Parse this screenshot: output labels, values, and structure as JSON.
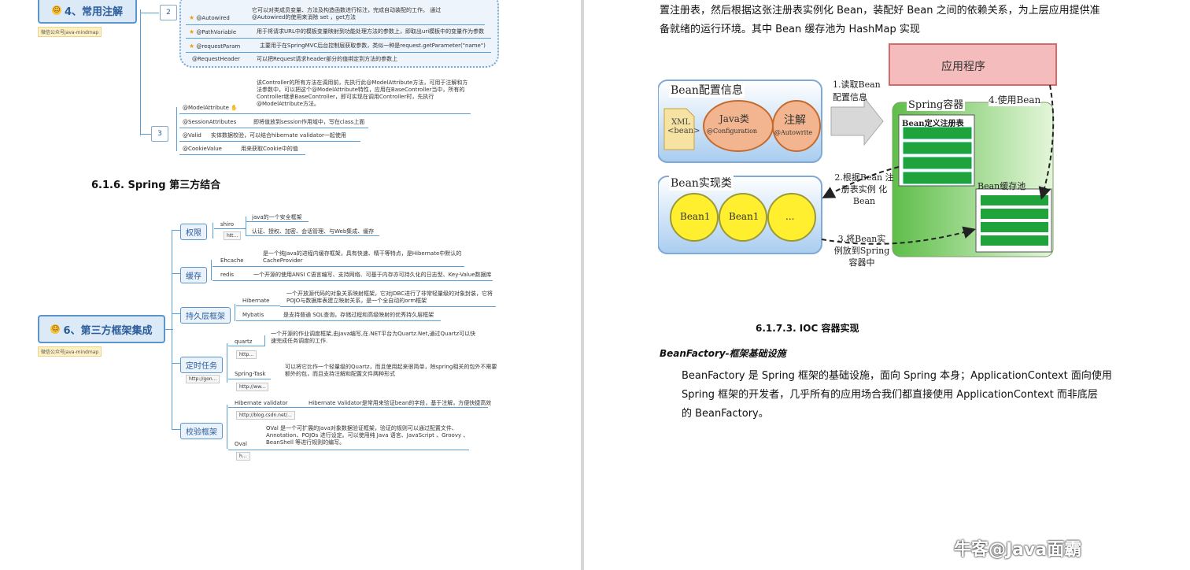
{
  "left": {
    "mm1": {
      "root_label": "4、常用注解",
      "root_tag": "微信公众号java-mindmap",
      "num2": "2",
      "num3": "3",
      "items2": [
        {
          "name": "@Autowired",
          "desc": "它可以对类成员变量、方法及构造函数进行标注，完成自动装配的工作。 通过 @Autowired的使用来消除 set ，get方法"
        },
        {
          "name": "@PathVariable",
          "desc": "用于将请求URL中的模板变量映射到功能处理方法的参数上，即取出uri模板中的变量作为参数"
        },
        {
          "name": "@requestParam",
          "desc": "主要用于在SpringMVC后台控制层获取参数，类似一种是request.getParameter(\"name\")"
        },
        {
          "name": "@RequestHeader",
          "desc": "可以把Request请求header部分的值绑定到方法的参数上"
        }
      ],
      "items3": [
        {
          "name": "@ModelAttribute",
          "desc": "该Controller的所有方法在调用前，先执行此@ModelAttribute方法，可用于注解和方法参数中，可以把这个@ModelAttribute特性，应用在BaseController当中，所有的Controller继承BaseController，即可实现在调用Controller时，先执行@ModelAttribute方法。"
        },
        {
          "name": "@SessionAttributes",
          "desc": "即将值放到session作用域中，写在class上面"
        },
        {
          "name": "@Valid",
          "desc": "实体数据校验，可以结合hibernate validator一起使用"
        },
        {
          "name": "@CookieValue",
          "desc": "用来获取Cookie中的值"
        }
      ]
    },
    "section_title": "6.1.6.  Spring 第三方结合",
    "mm2": {
      "root_label": "6、第三方框架集成",
      "root_tag": "微信公众号java-mindmap",
      "categories": {
        "auth": "权限",
        "cache": "缓存",
        "persist": "持久层框架",
        "timer": "定时任务",
        "validate": "校验框架"
      },
      "auth_items": {
        "shiro": "shiro",
        "shiro_d1": "java的一个安全框架",
        "shiro_d2": "认证、授权、加密、会话管理、与Web集成、缓存",
        "shiro_link": "htt..."
      },
      "cache_items": {
        "ehcache": "Ehcache",
        "ehcache_d": "是一个纯Java的进程内缓存框架，具有快速、精干等特点，是Hibernate中默认的CacheProvider",
        "redis": "redis",
        "redis_d": "一个开源的使用ANSI C语言编写、支持网络、可基于内存亦可持久化的日志型、Key-Value数据库"
      },
      "persist_items": {
        "hibernate": "Hibernate",
        "hibernate_d": "一个开放源代码的对象关系映射框架，它对JDBC进行了非常轻量级的对象封装，它将POJO与数据库表建立映射关系，是一个全自动的orm框架",
        "mybatis": "Mybatis",
        "mybatis_d": "是支持普通 SQL查询，存储过程和高级映射的优秀持久层框架"
      },
      "timer_items": {
        "quartz": "quartz",
        "quartz_d": "一个开源的作业调度框架,由java编写,在.NET平台为Quartz.Net,通过Quartz可以快速完成任务调度的工作.",
        "quartz_link": "http...",
        "timer_link": "http://gon...",
        "spring_task": "Spring-Task",
        "spring_task_d": "可以将它比作一个轻量级的Quartz，而且使用起来很简单，除spring相关的包外不需要额外的包，而且支持注解和配置文件两种形式",
        "spring_task_link": "http://ww..."
      },
      "validate_items": {
        "hv": "Hibernate validator",
        "hv_d": "Hibernate Validator是常用来验证bean的字段，基于注解，方便快捷高效",
        "hv_link": "http://blog.csdn.net/...",
        "oval": "Oval",
        "oval_d": "OVal 是一个可扩展的Java对象数据验证框架，验证的规则可以通过配置文件、Annotation、POJOs 进行设定。可以使用纯 Java 语言、JavaScript 、Groovy 、BeanShell 等进行规则的编写。",
        "oval_link": "h..."
      }
    }
  },
  "right": {
    "intro_line1": "置注册表，然后根据这张注册表实例化 Bean，装配好 Bean 之间的依赖关系，为上层应用提供准",
    "intro_line2": "备就绪的运行环境。其中 Bean 缓存池为 HashMap 实现",
    "diagram": {
      "app": "应用程序",
      "bean_config": "Bean配置信息",
      "xml": "XML <bean>",
      "java_class": "Java类",
      "java_sub": "@Configuration",
      "annotation": "注解",
      "annotation_sub": "@Autowrite",
      "step1": "1.读取Bean 配置信息",
      "spring_container": "Spring容器",
      "registry": "Bean定义注册表",
      "step4": "4.使用Bean",
      "bean_impl": "Bean实现类",
      "bean1a": "Bean1",
      "bean1b": "Bean1",
      "dots": "...",
      "step2": "2.根据Bean 注册表实例 化Bean",
      "cache_pool": "Bean缓存池",
      "step3": "3.将Bean实 例放到Spring 容器中"
    },
    "heading": "6.1.7.3.      IOC 容器实现",
    "subheading": "BeanFactory-框架基础设施",
    "para_line1": "BeanFactory 是 Spring 框架的基础设施，面向 Spring 本身；ApplicationContext 面向使用",
    "para_line2": "Spring 框架的开发者，几乎所有的应用场合我们都直接使用 ApplicationContext 而非底层",
    "para_line3": "的 BeanFactory。",
    "watermark": "牛客@Java面霸"
  },
  "colors": {
    "mindmap_blue": "#5b95c9",
    "app_box": "#f4bcbc",
    "container_green": "#6cc25a",
    "bean_yellow": "#ffef2e"
  }
}
